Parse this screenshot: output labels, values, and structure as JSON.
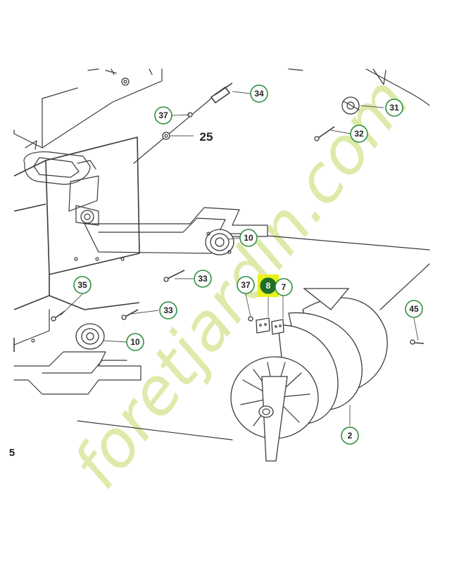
{
  "diagram": {
    "callouts": [
      {
        "id": "c34",
        "label": "34"
      },
      {
        "id": "c37a",
        "label": "37"
      },
      {
        "id": "c25",
        "label": "25"
      },
      {
        "id": "c31",
        "label": "31"
      },
      {
        "id": "c32",
        "label": "32"
      },
      {
        "id": "c10a",
        "label": "10"
      },
      {
        "id": "c33a",
        "label": "33"
      },
      {
        "id": "c37b",
        "label": "37"
      },
      {
        "id": "c8",
        "label": "8"
      },
      {
        "id": "c7",
        "label": "7"
      },
      {
        "id": "c35",
        "label": "35"
      },
      {
        "id": "c33b",
        "label": "33"
      },
      {
        "id": "c45",
        "label": "45"
      },
      {
        "id": "c10b",
        "label": "10"
      },
      {
        "id": "c2",
        "label": "2"
      },
      {
        "id": "c5",
        "label": "5"
      }
    ],
    "highlighted_callout": "8",
    "colors": {
      "badge_border": "#2f8f3f",
      "highlight_fill": "#1f6f2a",
      "highlight_box": "#e8f21a",
      "line": "#3a3a3a"
    }
  },
  "watermark": {
    "text": "foretjardin.com",
    "colors": [
      "#dde9a6",
      "#f6cf9a",
      "#d2cdc2"
    ]
  }
}
